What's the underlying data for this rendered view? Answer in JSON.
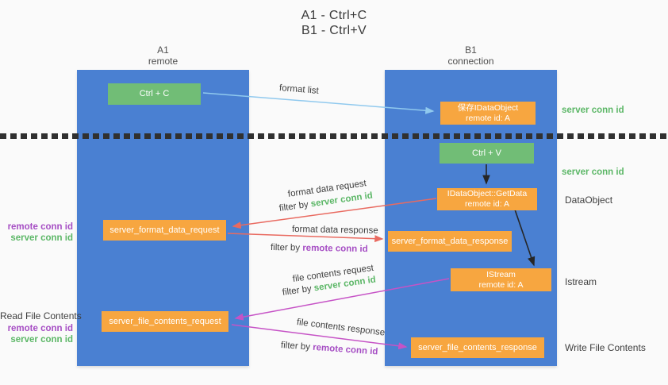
{
  "title": {
    "line1": "A1 - Ctrl+C",
    "line2": "B1 - Ctrl+V"
  },
  "lifelines": {
    "left": {
      "name": "A1",
      "role": "remote"
    },
    "right": {
      "name": "B1",
      "role": "connection"
    }
  },
  "boxes": {
    "ctrl_c": {
      "label": "Ctrl + C"
    },
    "ctrl_v": {
      "label": "Ctrl + V"
    },
    "save_dataobject": {
      "line1": "保存IDataObject",
      "line2": "remote id: A"
    },
    "getdata": {
      "line1": "IDataObject::GetData",
      "line2": "remote id: A"
    },
    "istream": {
      "line1": "IStream",
      "line2": "remote id: A"
    },
    "format_request": {
      "label": "server_format_data_request"
    },
    "format_response": {
      "label": "server_format_data_response"
    },
    "file_request": {
      "label": "server_file_contents_request"
    },
    "file_response": {
      "label": "server_file_contents_response"
    }
  },
  "right_labels": {
    "server_conn_id_1": "server conn id",
    "server_conn_id_2": "server conn id",
    "dataobject": "DataObject",
    "istream": "Istream",
    "write_file_contents": "Write File Contents"
  },
  "left_labels": {
    "remote_conn_id_1": "remote conn id",
    "server_conn_id_1": "server conn id",
    "read_file_contents": "Read File Contents",
    "remote_conn_id_2": "remote conn id",
    "server_conn_id_2": "server conn id"
  },
  "arrow_labels": {
    "format_list": "format list",
    "format_data_request": "format data request",
    "format_data_request_filter_prefix": "filter by ",
    "format_data_request_filter_key": "server conn id",
    "format_data_response": "format data response",
    "format_data_response_filter_prefix": "filter by ",
    "format_data_response_filter_key": "remote conn id",
    "file_contents_request": "file contents request",
    "file_contents_request_filter_prefix": "filter by ",
    "file_contents_request_filter_key": "server conn id",
    "file_contents_response": "file contents response",
    "file_contents_response_filter_prefix": "filter by ",
    "file_contents_response_filter_key": "remote conn id"
  },
  "colors": {
    "column_blue": "#4a80d2",
    "box_green": "#71bd76",
    "box_orange": "#f7a640",
    "label_green": "#5cb767",
    "label_purple": "#a64ec4",
    "arrow_red": "#e96a60",
    "arrow_magenta": "#c653c6",
    "arrow_light_blue": "#90c9ee",
    "arrow_black": "#262626",
    "background": "#fafafa"
  }
}
